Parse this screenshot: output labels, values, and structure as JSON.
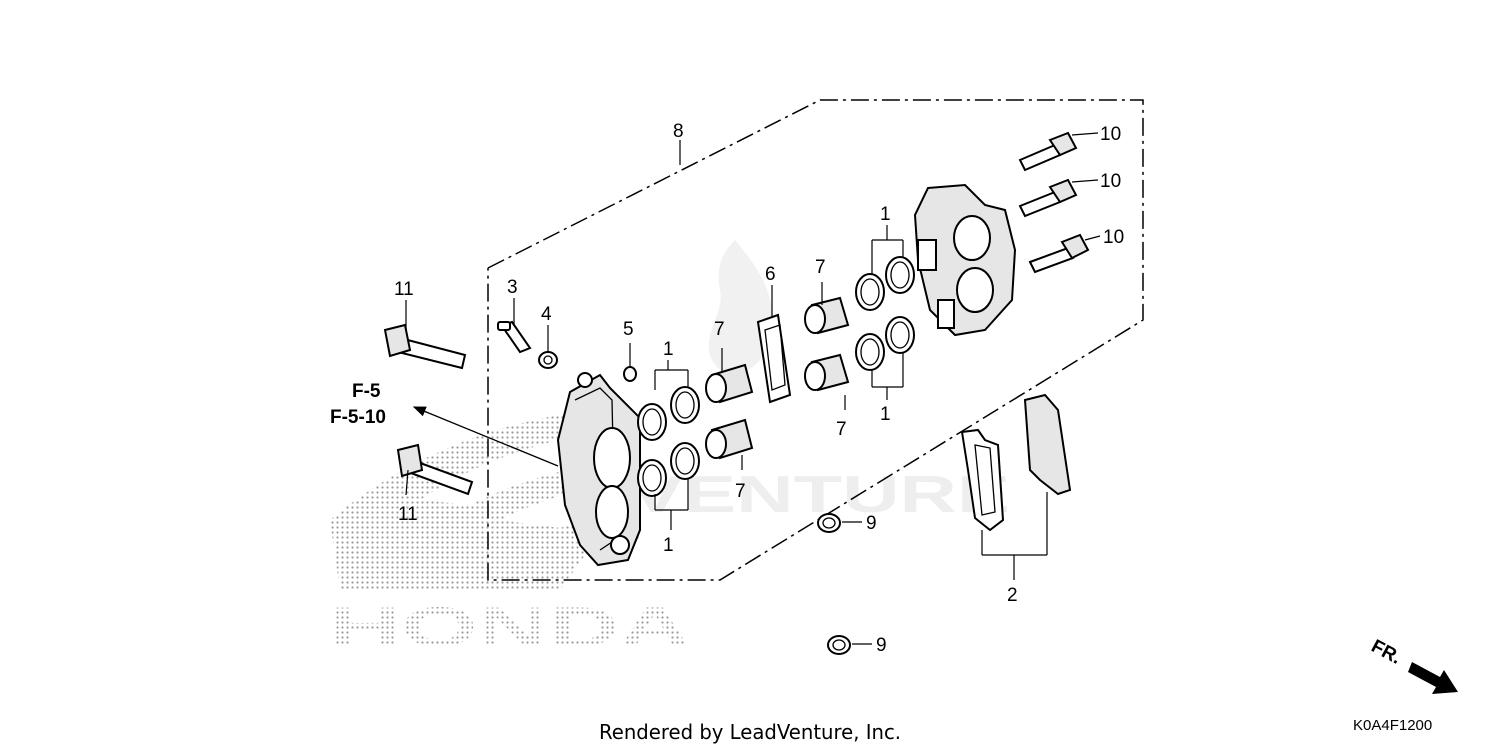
{
  "watermark": {
    "brand": "HONDA",
    "dealer_text": "VENTURE",
    "logo": "honda-wing-logo"
  },
  "callouts": {
    "c1_top_right": "1",
    "c1_bottom_right": "1",
    "c1_top_left": "1",
    "c1_bottom_left": "1",
    "c2": "2",
    "c3": "3",
    "c4": "4",
    "c5": "5",
    "c6": "6",
    "c7_upper_left": "7",
    "c7_lower_left": "7",
    "c7_upper_right": "7",
    "c7_lower_right": "7",
    "c8": "8",
    "c9_upper": "9",
    "c9_lower": "9",
    "c10_a": "10",
    "c10_b": "10",
    "c10_c": "10",
    "c11_upper": "11",
    "c11_lower": "11"
  },
  "reference": {
    "line1": "F-5",
    "line2": "F-5-10"
  },
  "direction": {
    "label": "FR."
  },
  "footer": {
    "rendered_by": "Rendered by LeadVenture, Inc.",
    "diagram_code": "K0A4F1200"
  }
}
